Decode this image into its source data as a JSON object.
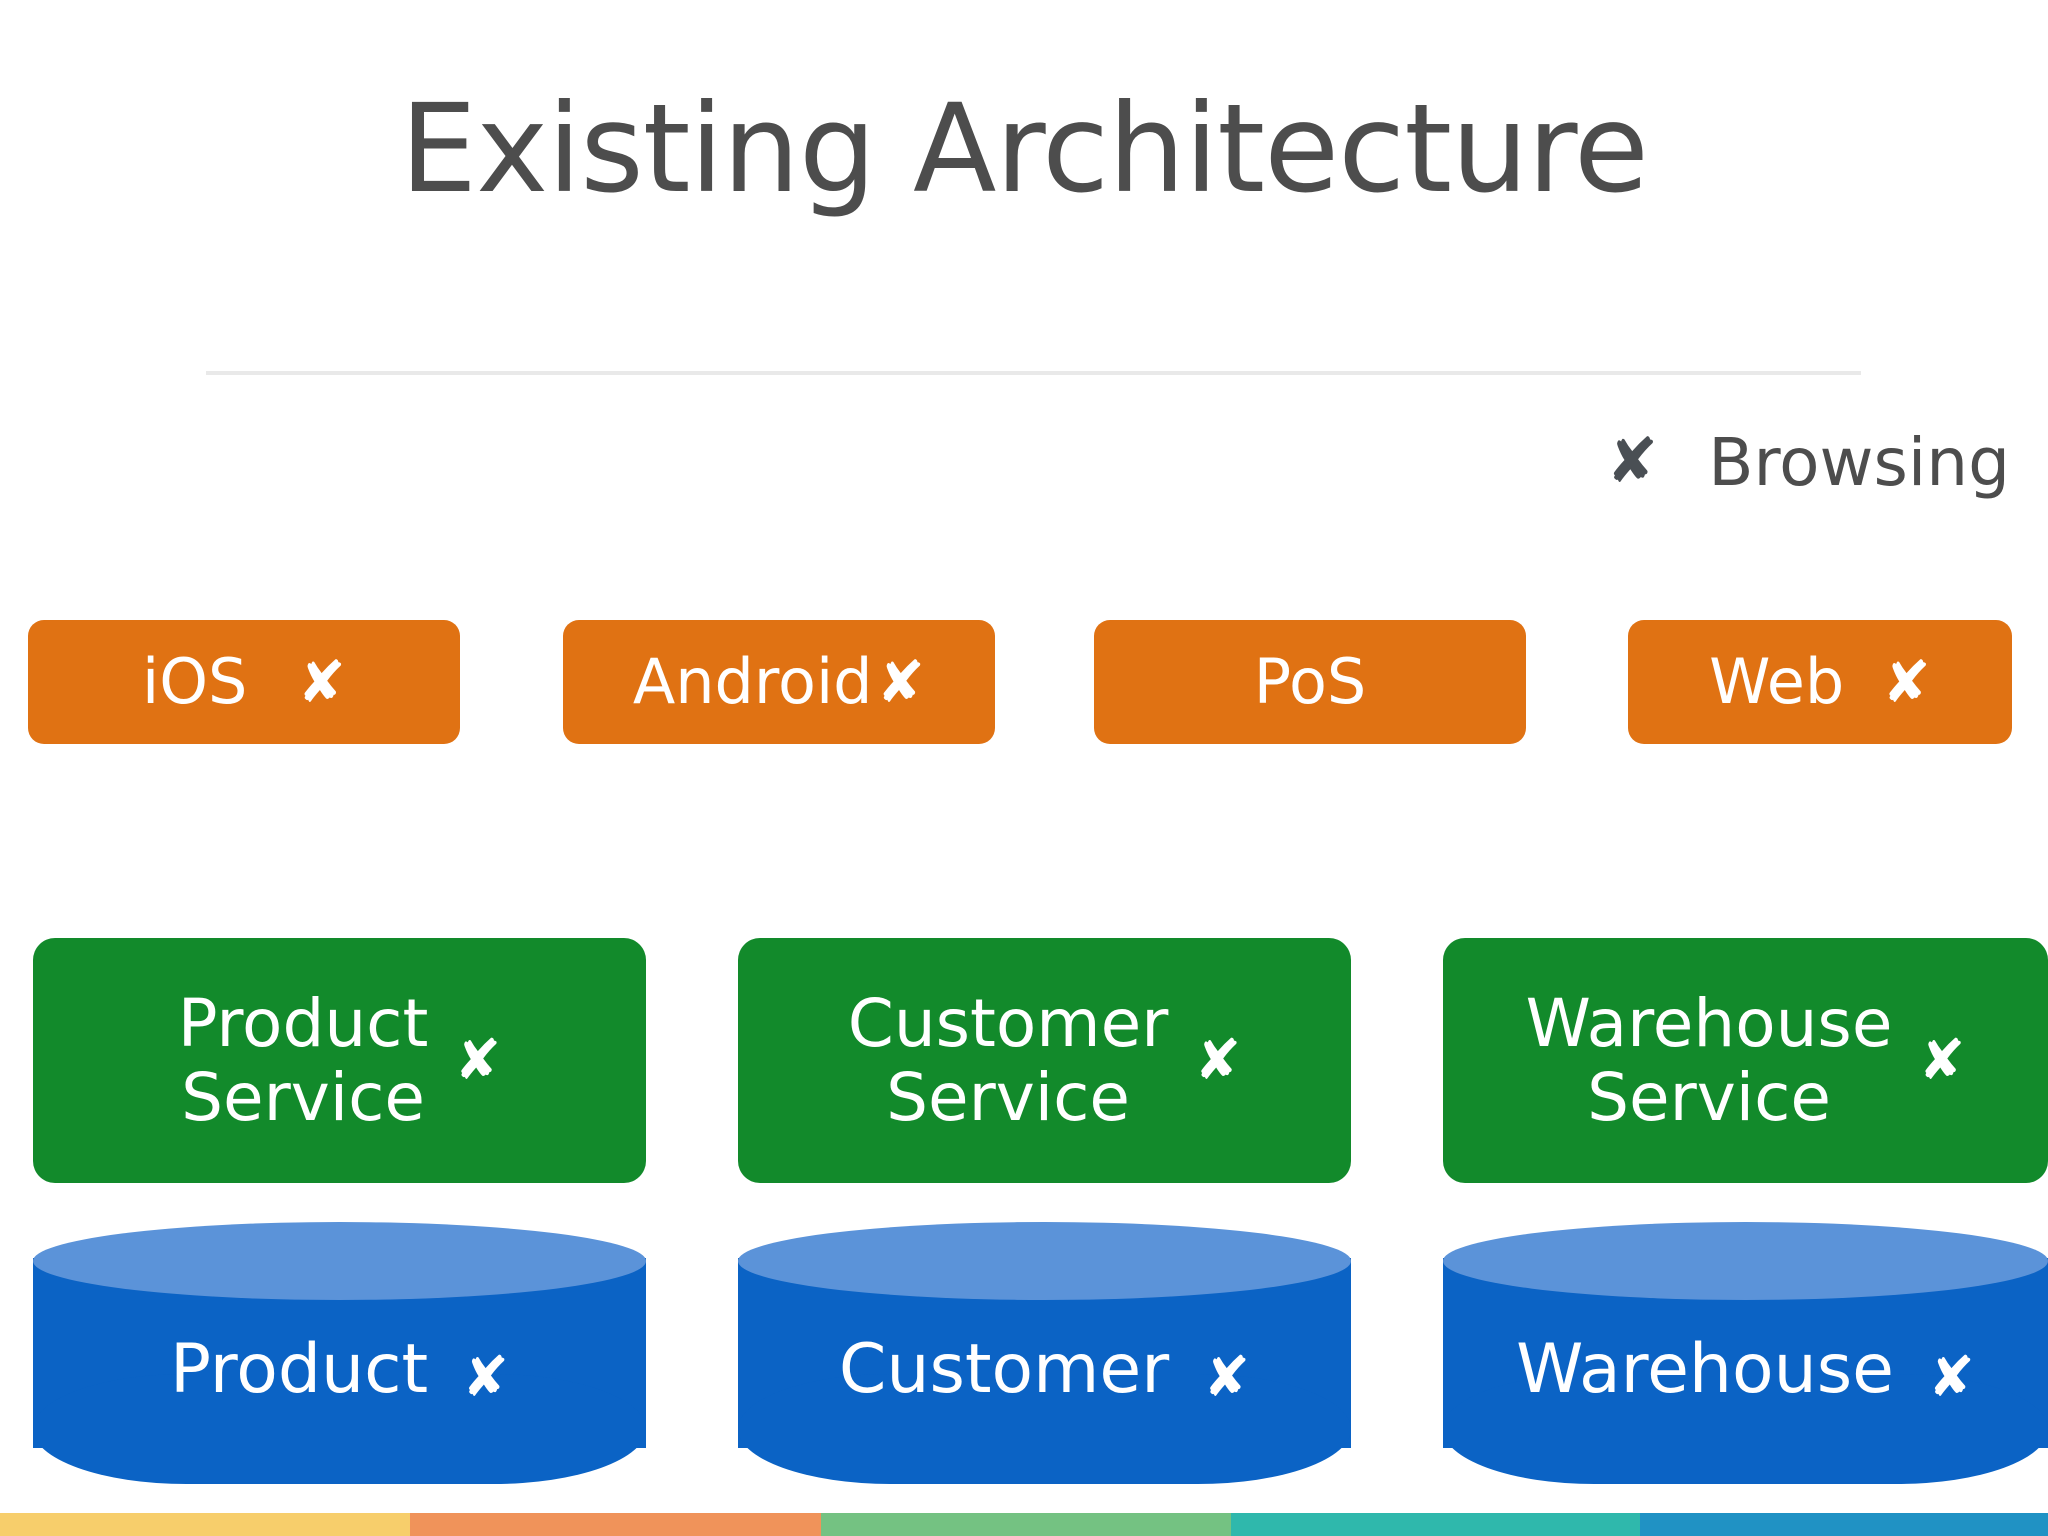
{
  "slide": {
    "title": "Existing Architecture"
  },
  "legend": {
    "marker": "✘",
    "marker_name": "x-mark-icon",
    "label": "Browsing",
    "marker_color": "#4a4f54",
    "label_color": "#4d4d4d"
  },
  "marks": {
    "x": "✘"
  },
  "colors": {
    "title": "#4d4d4d",
    "divider": "#e9e9e9",
    "client": "#e07213",
    "service": "#128a2b",
    "database_body": "#0b63c5",
    "database_top": "#5b93d9",
    "shape_text": "#ffffff",
    "background": "#ffffff"
  },
  "clients": [
    {
      "label": "iOS",
      "marked": true
    },
    {
      "label": "Android",
      "marked": true
    },
    {
      "label": "PoS",
      "marked": false
    },
    {
      "label": "Web",
      "marked": true
    }
  ],
  "services": [
    {
      "label": "Product\nService",
      "marked": true
    },
    {
      "label": "Customer\nService",
      "marked": true
    },
    {
      "label": "Warehouse\nService",
      "marked": true
    }
  ],
  "databases": [
    {
      "label": "Product",
      "marked": true
    },
    {
      "label": "Customer",
      "marked": true
    },
    {
      "label": "Warehouse",
      "marked": true
    }
  ],
  "footer_strip": [
    {
      "color": "#f7ce6b",
      "width_pct": 20.0
    },
    {
      "color": "#f0935a",
      "width_pct": 20.1
    },
    {
      "color": "#74c282",
      "width_pct": 20.0
    },
    {
      "color": "#2fb8ac",
      "width_pct": 20.0
    },
    {
      "color": "#2092c4",
      "width_pct": 19.9
    }
  ]
}
